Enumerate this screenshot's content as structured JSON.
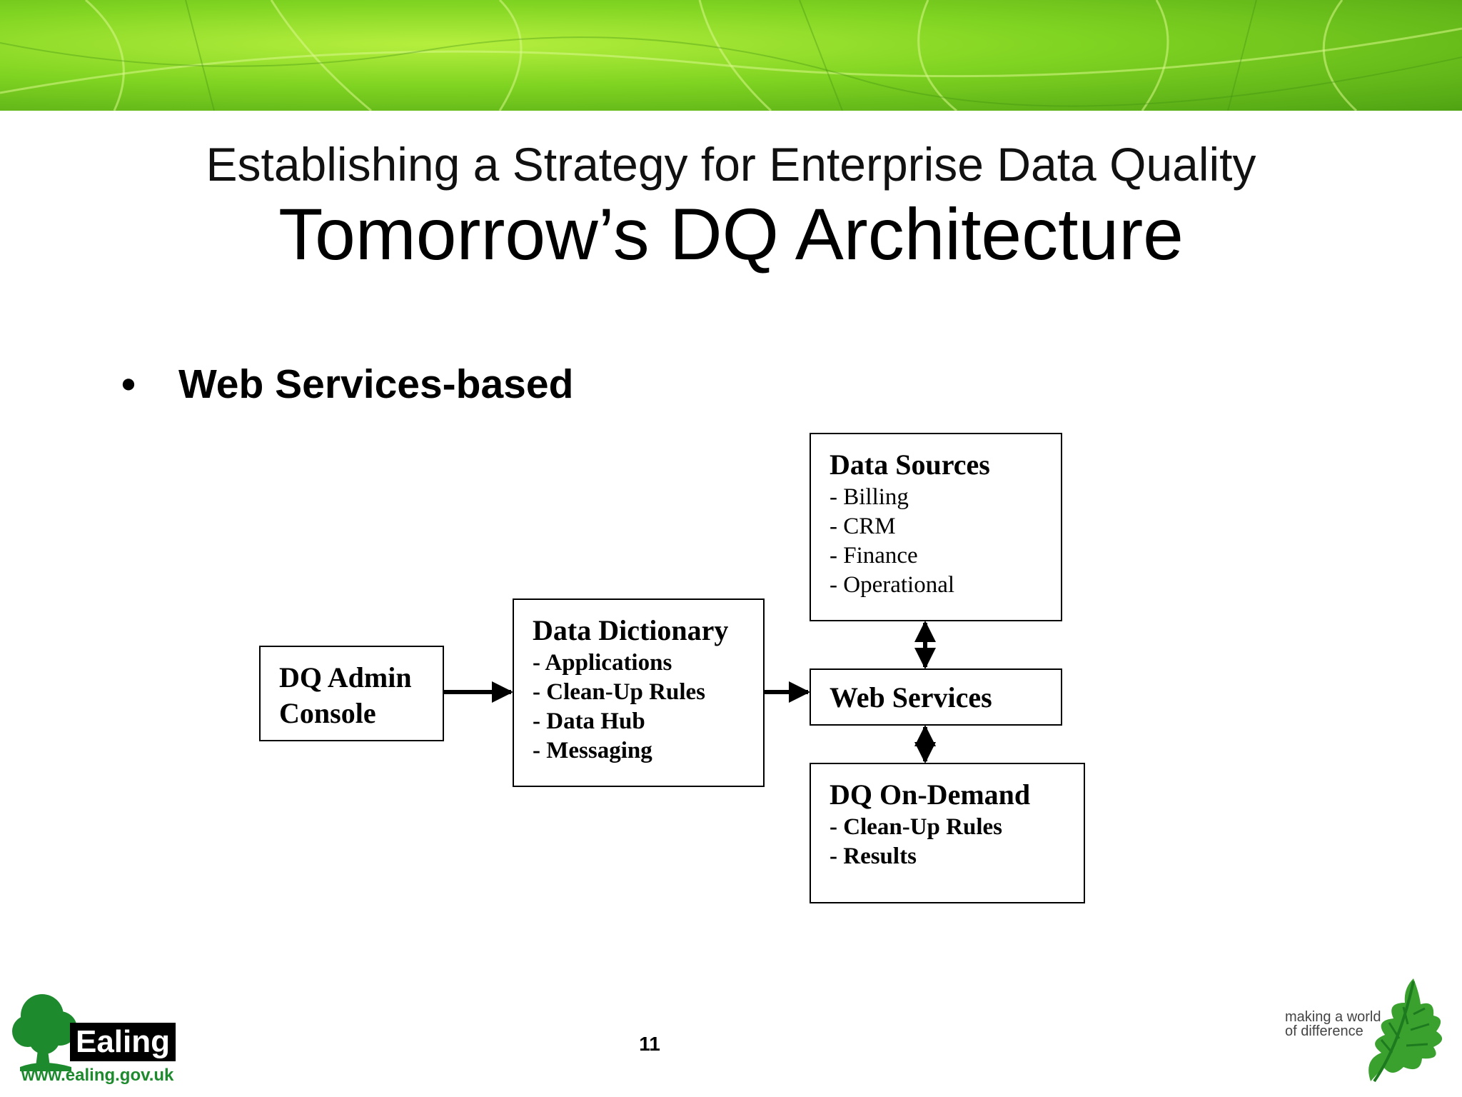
{
  "slide": {
    "subtitle": "Establishing a Strategy for Enterprise Data Quality",
    "title": "Tomorrow’s DQ Architecture",
    "bullet_symbol": "•",
    "bullet_text": "Web Services-based",
    "page_number": "11"
  },
  "diagram": {
    "admin_console": {
      "lines": [
        "DQ Admin",
        "Console"
      ]
    },
    "data_dictionary": {
      "title": "Data Dictionary",
      "items": [
        "- Applications",
        "- Clean-Up Rules",
        "- Data Hub",
        "- Messaging"
      ]
    },
    "data_sources": {
      "title": "Data Sources",
      "items": [
        "- Billing",
        "- CRM",
        "- Finance",
        "- Operational"
      ]
    },
    "web_services": {
      "title": "Web Services"
    },
    "dq_on_demand": {
      "title": "DQ On-Demand",
      "items": [
        "- Clean-Up Rules",
        "- Results"
      ]
    }
  },
  "footer": {
    "org_name": "Ealing",
    "url": "www.ealing.gov.uk",
    "tagline_line1": "making a world",
    "tagline_line2": "of difference"
  },
  "colors": {
    "banner_green": "#7fd321",
    "logo_green": "#1e8a2e"
  }
}
